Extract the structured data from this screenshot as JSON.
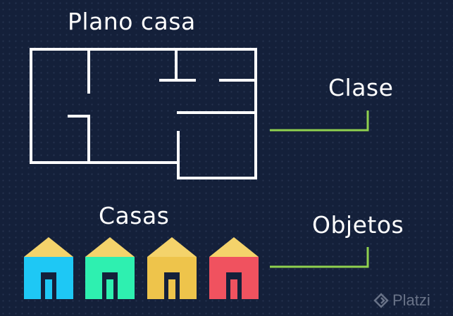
{
  "titles": {
    "plan": "Plano casa",
    "houses": "Casas"
  },
  "labels": {
    "class": "Clase",
    "objects": "Objetos"
  },
  "houses": [
    {
      "color": "#1ec8f5"
    },
    {
      "color": "#2ef0b0"
    },
    {
      "color": "#eec44b"
    },
    {
      "color": "#f0525f"
    }
  ],
  "colors": {
    "background": "#14203a",
    "lines": "#ffffff",
    "connector": "#8fd14f",
    "roof": "#f4d36b"
  },
  "watermark": {
    "text": "Platzi"
  }
}
